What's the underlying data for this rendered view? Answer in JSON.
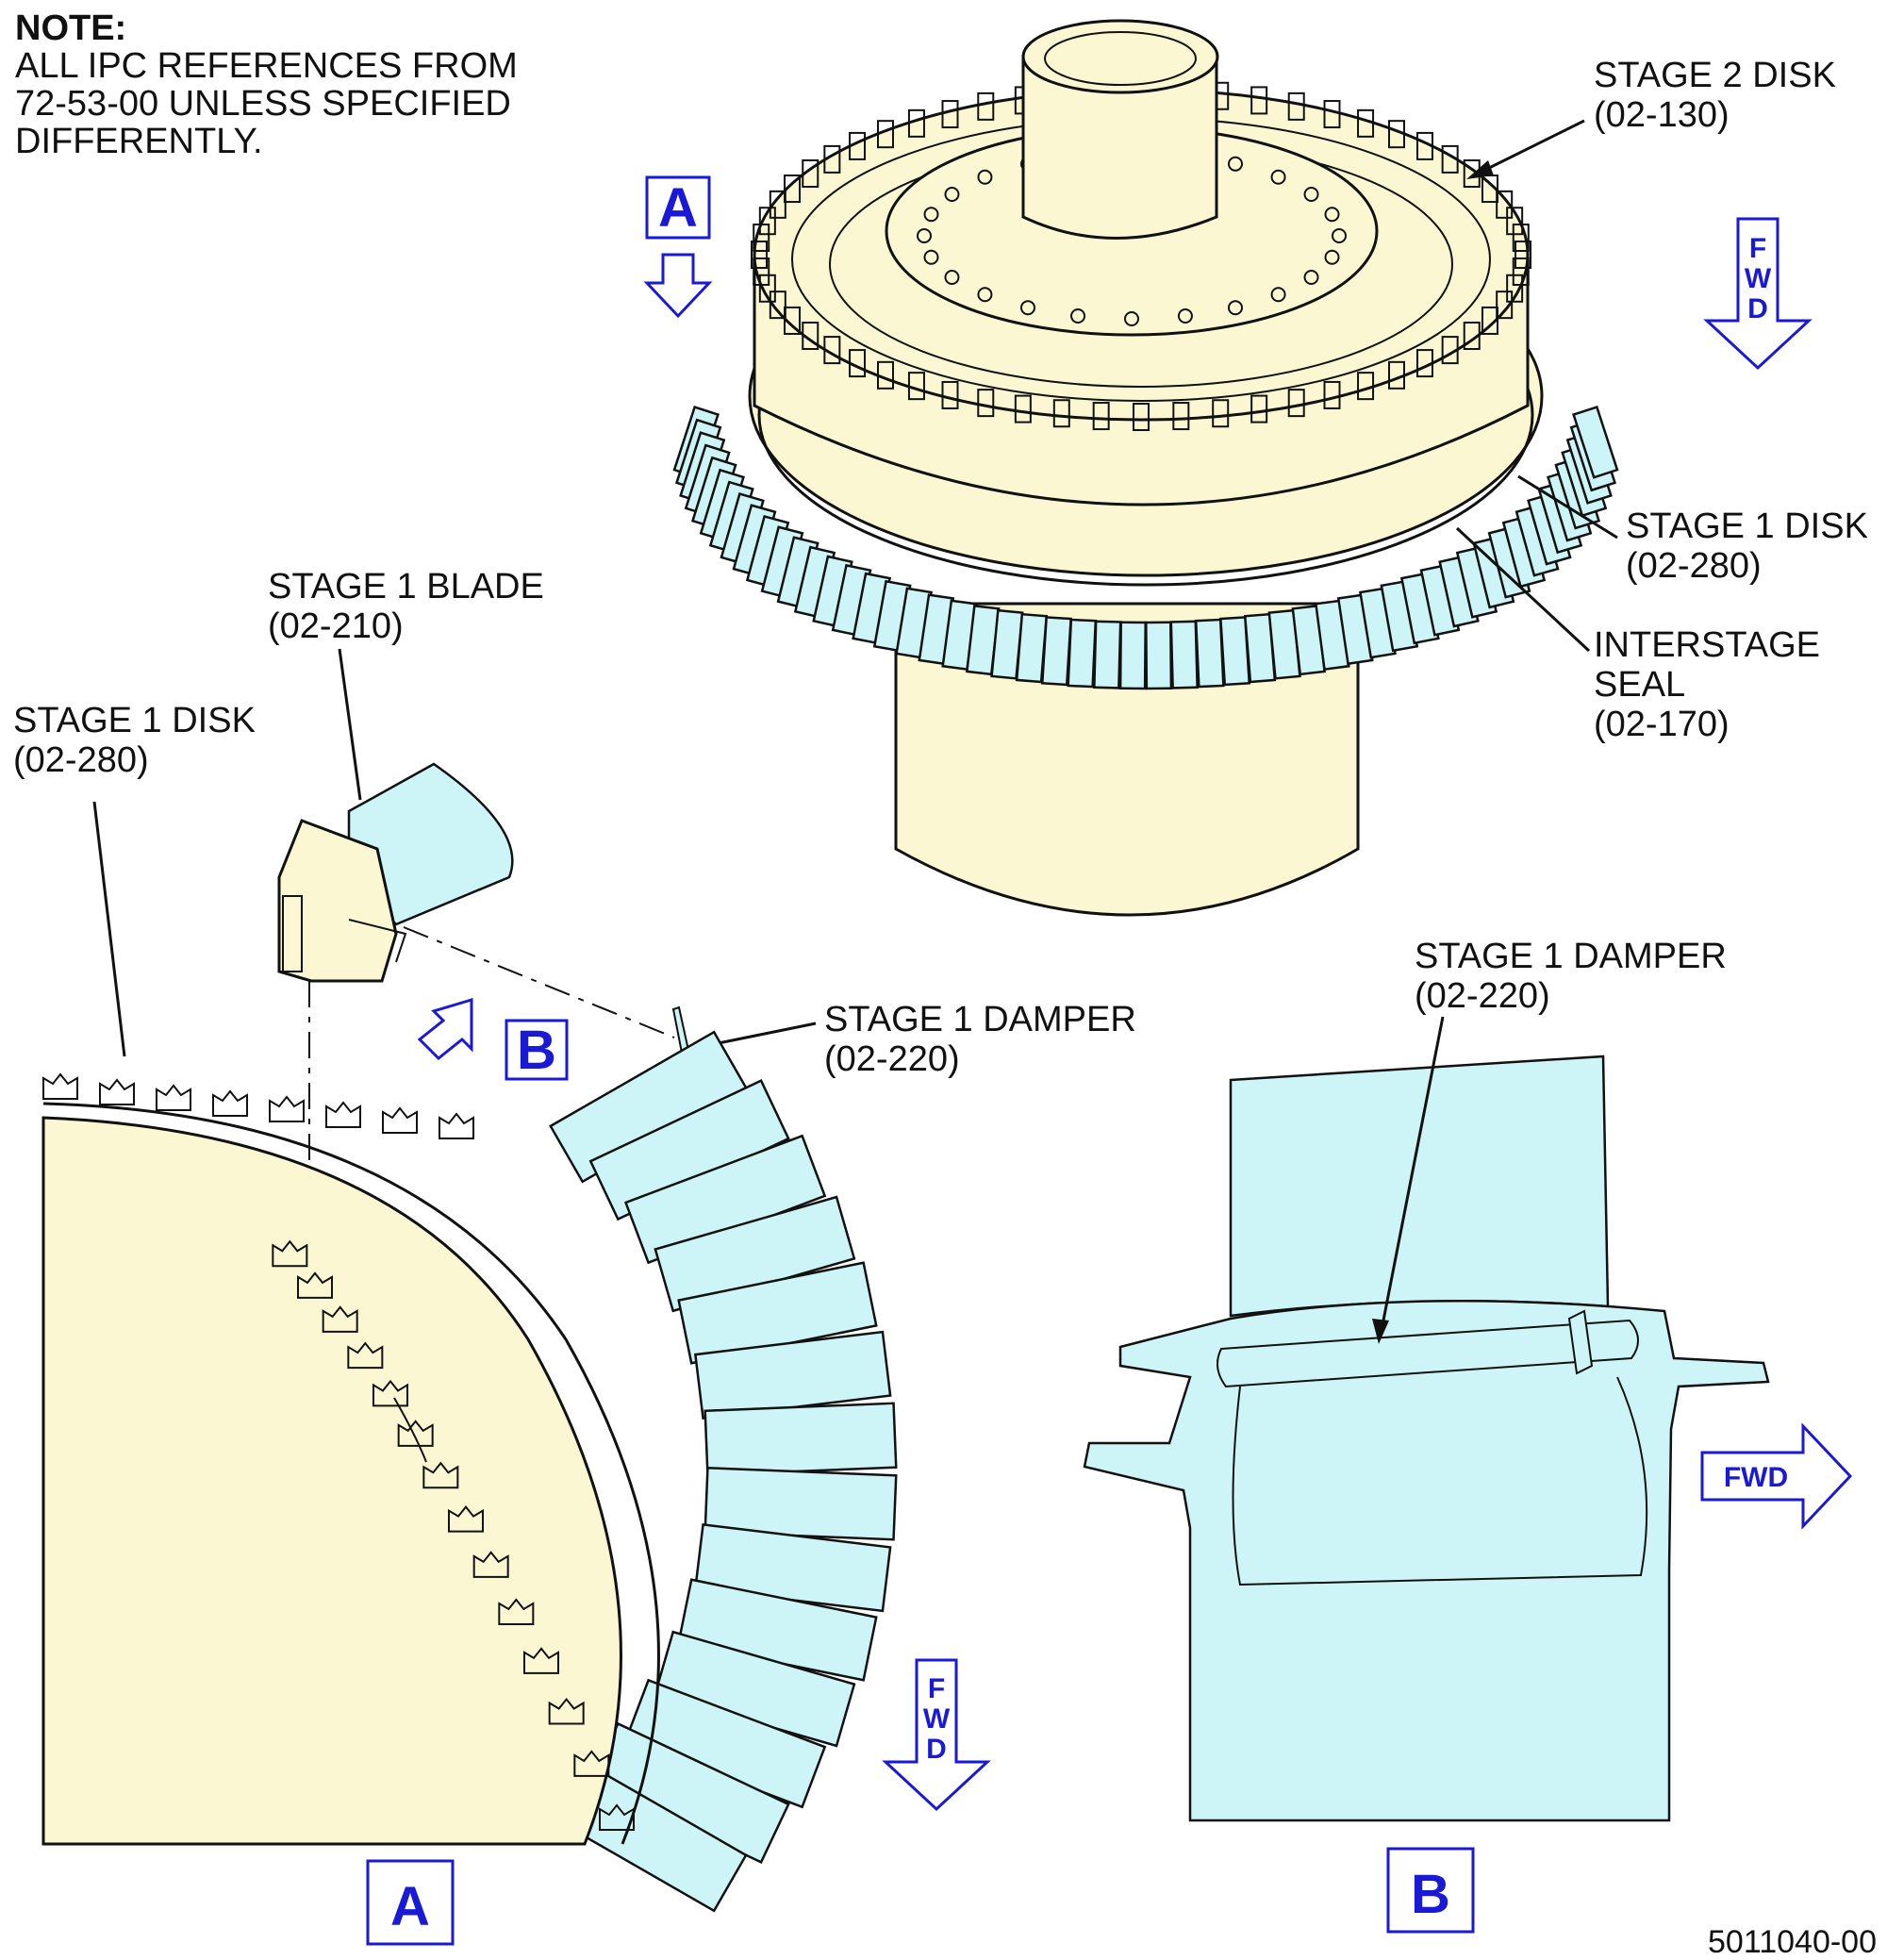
{
  "note": {
    "title": "NOTE:",
    "lines": [
      "ALL IPC REFERENCES FROM",
      "72-53-00 UNLESS SPECIFIED",
      "DIFFERENTLY."
    ]
  },
  "callouts": {
    "stage2_disk": [
      "STAGE 2 DISK",
      "(02-130)"
    ],
    "stage1_disk_main": [
      "STAGE 1 DISK",
      "(02-280)"
    ],
    "interstage_seal": [
      "INTERSTAGE",
      "SEAL",
      "(02-170)"
    ],
    "stage1_blade": [
      "STAGE 1 BLADE",
      "(02-210)"
    ],
    "stage1_disk_detail": [
      "STAGE 1 DISK",
      "(02-280)"
    ],
    "stage1_damper_exploded": [
      "STAGE 1 DAMPER",
      "(02-220)"
    ],
    "stage1_damper_detail": [
      "STAGE 1 DAMPER",
      "(02-220)"
    ]
  },
  "view_markers": {
    "view_a_top": "A",
    "view_b_small": "B",
    "view_a_label": "A",
    "view_b_label": "B"
  },
  "fwd_labels": {
    "top_right": [
      "F",
      "W",
      "D"
    ],
    "lower_middle": [
      "F",
      "W",
      "D"
    ],
    "right_detail": "FWD"
  },
  "figure_number": "5011040-00",
  "colors": {
    "metal": "#fbf7d3",
    "blade": "#cdf5f7",
    "view_marker": "#1a1ad6",
    "ink": "#111111"
  }
}
